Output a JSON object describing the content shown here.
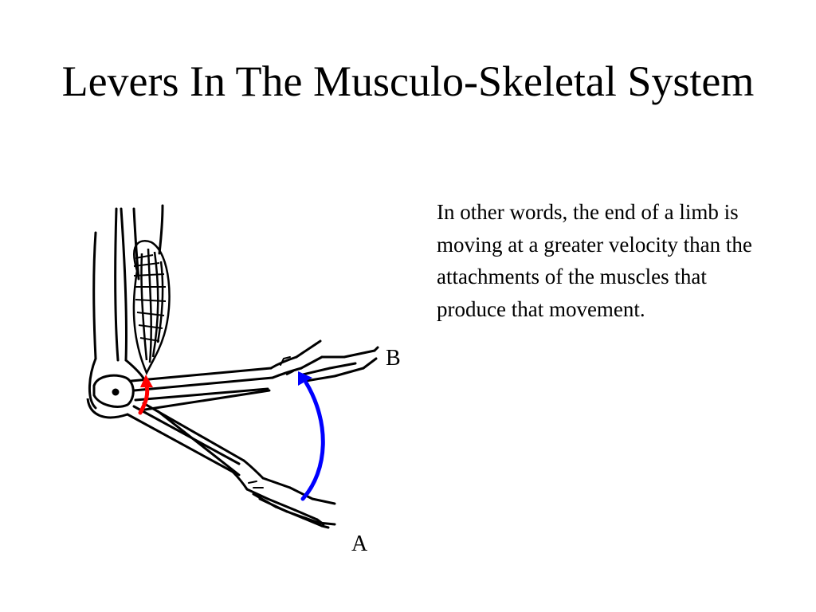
{
  "slide": {
    "title": "Levers In The Musculo-Skeletal System",
    "body_text": "In other words, the end of a limb is moving at a greater velocity than the attachments of the muscles that produce that movement."
  },
  "diagram": {
    "label_b": "B",
    "label_a": "A",
    "colors": {
      "muscle_arrow": "#ff0000",
      "limb_arrow": "#0000ff",
      "bone_outline": "#000000"
    }
  }
}
